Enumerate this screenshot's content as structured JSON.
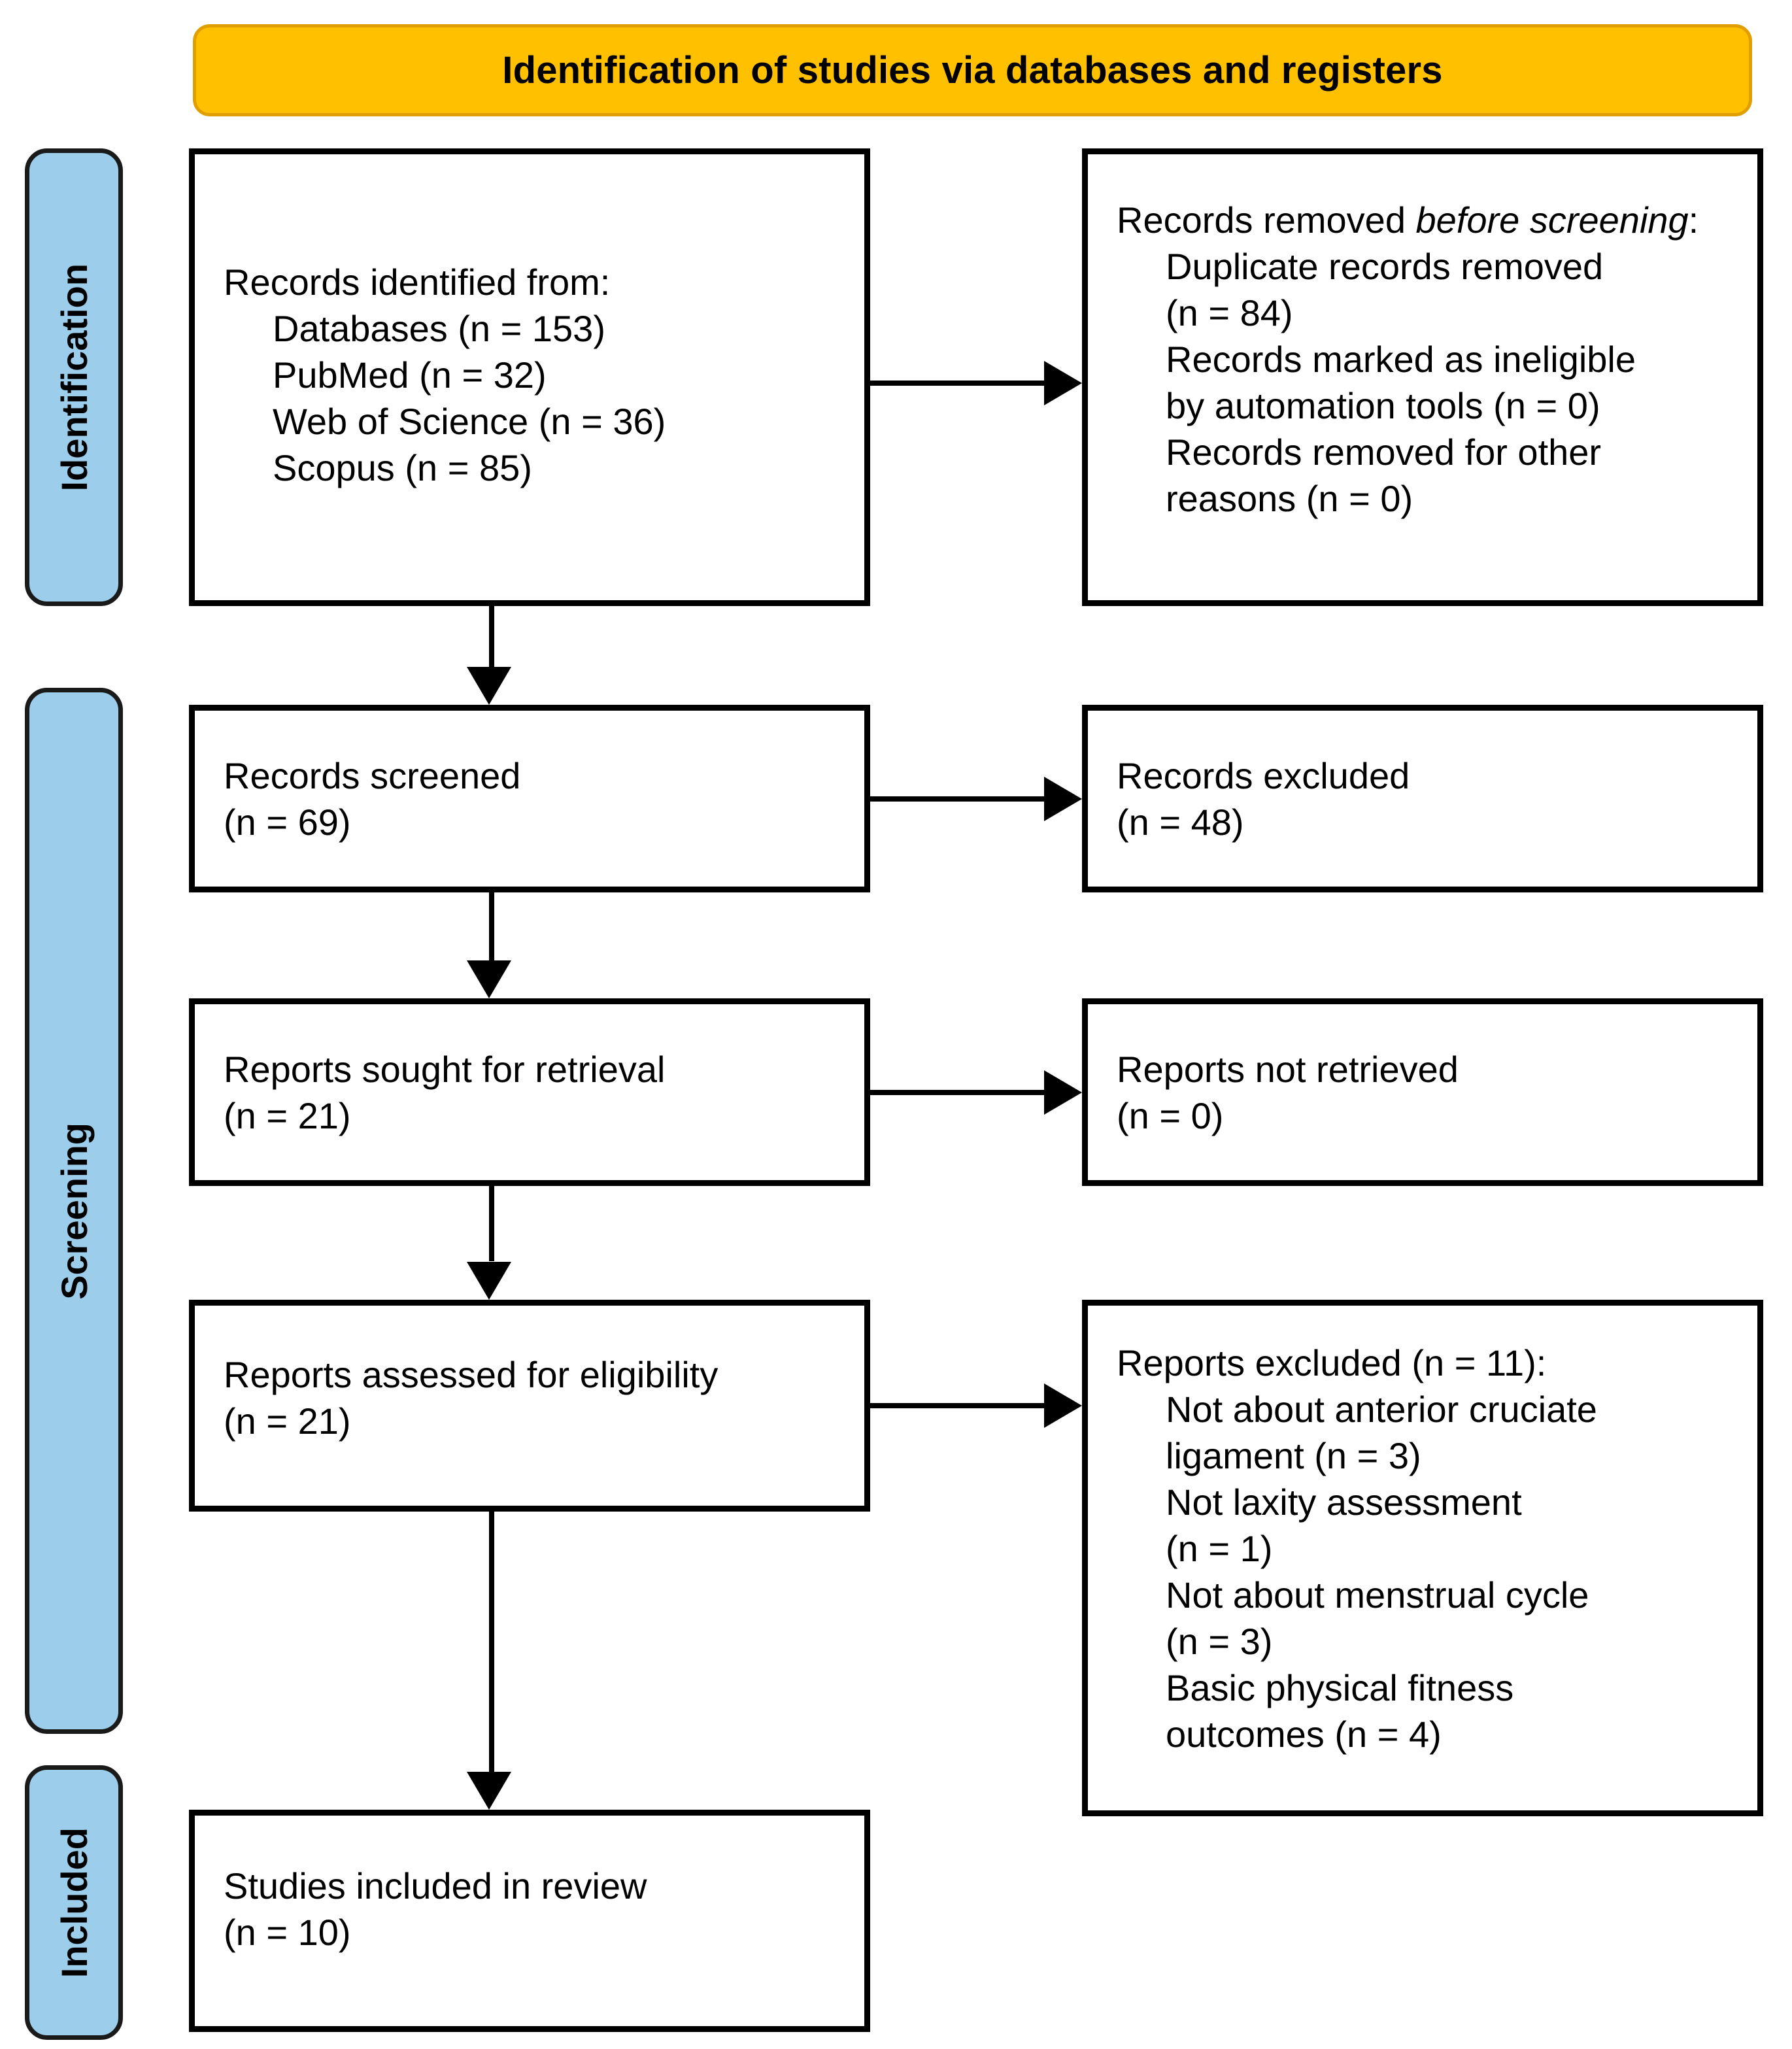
{
  "banner": {
    "title": "Identification of studies via databases and registers"
  },
  "phases": [
    {
      "id": "identification",
      "label": "Identification"
    },
    {
      "id": "screening",
      "label": "Screening"
    },
    {
      "id": "included",
      "label": "Included"
    }
  ],
  "colors": {
    "banner_fill": "#FFC000",
    "banner_border": "#E09E00",
    "phase_fill": "#9CCDEB",
    "box_border": "#000000",
    "text": "#000000",
    "background": "#FFFFFF"
  },
  "boxes": {
    "identified": {
      "heading": "Records identified from:",
      "items": [
        "Databases (n = 153)",
        "PubMed (n = 32)",
        "Web of Science (n = 36)",
        "Scopus (n = 85)"
      ]
    },
    "removed_before_screening": {
      "heading_plain": "Records removed ",
      "heading_italic": "before screening",
      "heading_tail": ":",
      "items": [
        "Duplicate records removed",
        " (n = 84)",
        "Records marked as ineligible",
        "by automation tools (n = 0)",
        "Records removed for other",
        "reasons (n = 0)"
      ]
    },
    "records_screened": {
      "line1": "Records screened",
      "line2": "(n = 69)"
    },
    "records_excluded": {
      "line1": "Records excluded",
      "line2": "(n = 48)"
    },
    "reports_sought": {
      "line1": "Reports sought for retrieval",
      "line2": "(n = 21)"
    },
    "reports_not_retrieved": {
      "line1": "Reports not retrieved",
      "line2": "(n = 0)"
    },
    "reports_assessed": {
      "line1": "Reports assessed for eligibility",
      "line2": "(n = 21)"
    },
    "reports_excluded": {
      "heading": "Reports excluded (n = 11):",
      "items": [
        "Not about anterior cruciate",
        "ligament (n = 3)",
        "Not laxity assessment",
        "(n = 1)",
        "Not about menstrual cycle",
        "(n = 3)",
        "Basic physical fitness",
        "outcomes (n = 4)"
      ]
    },
    "studies_included": {
      "line1": "Studies included in review",
      "line2": "(n = 10)"
    }
  },
  "chart_data": {
    "type": "diagram",
    "title": "Identification of studies via databases and registers",
    "flow": [
      {
        "stage": "Records identified from databases",
        "n": 153
      },
      {
        "stage": "PubMed",
        "n": 32
      },
      {
        "stage": "Web of Science",
        "n": 36
      },
      {
        "stage": "Scopus",
        "n": 85
      },
      {
        "stage": "Duplicate records removed",
        "n": 84
      },
      {
        "stage": "Records marked as ineligible by automation tools",
        "n": 0
      },
      {
        "stage": "Records removed for other reasons",
        "n": 0
      },
      {
        "stage": "Records screened",
        "n": 69
      },
      {
        "stage": "Records excluded",
        "n": 48
      },
      {
        "stage": "Reports sought for retrieval",
        "n": 21
      },
      {
        "stage": "Reports not retrieved",
        "n": 0
      },
      {
        "stage": "Reports assessed for eligibility",
        "n": 21
      },
      {
        "stage": "Reports excluded",
        "n": 11
      },
      {
        "stage": "Not about anterior cruciate ligament",
        "n": 3
      },
      {
        "stage": "Not laxity assessment",
        "n": 1
      },
      {
        "stage": "Not about menstrual cycle",
        "n": 3
      },
      {
        "stage": "Basic physical fitness outcomes",
        "n": 4
      },
      {
        "stage": "Studies included in review",
        "n": 10
      }
    ]
  }
}
